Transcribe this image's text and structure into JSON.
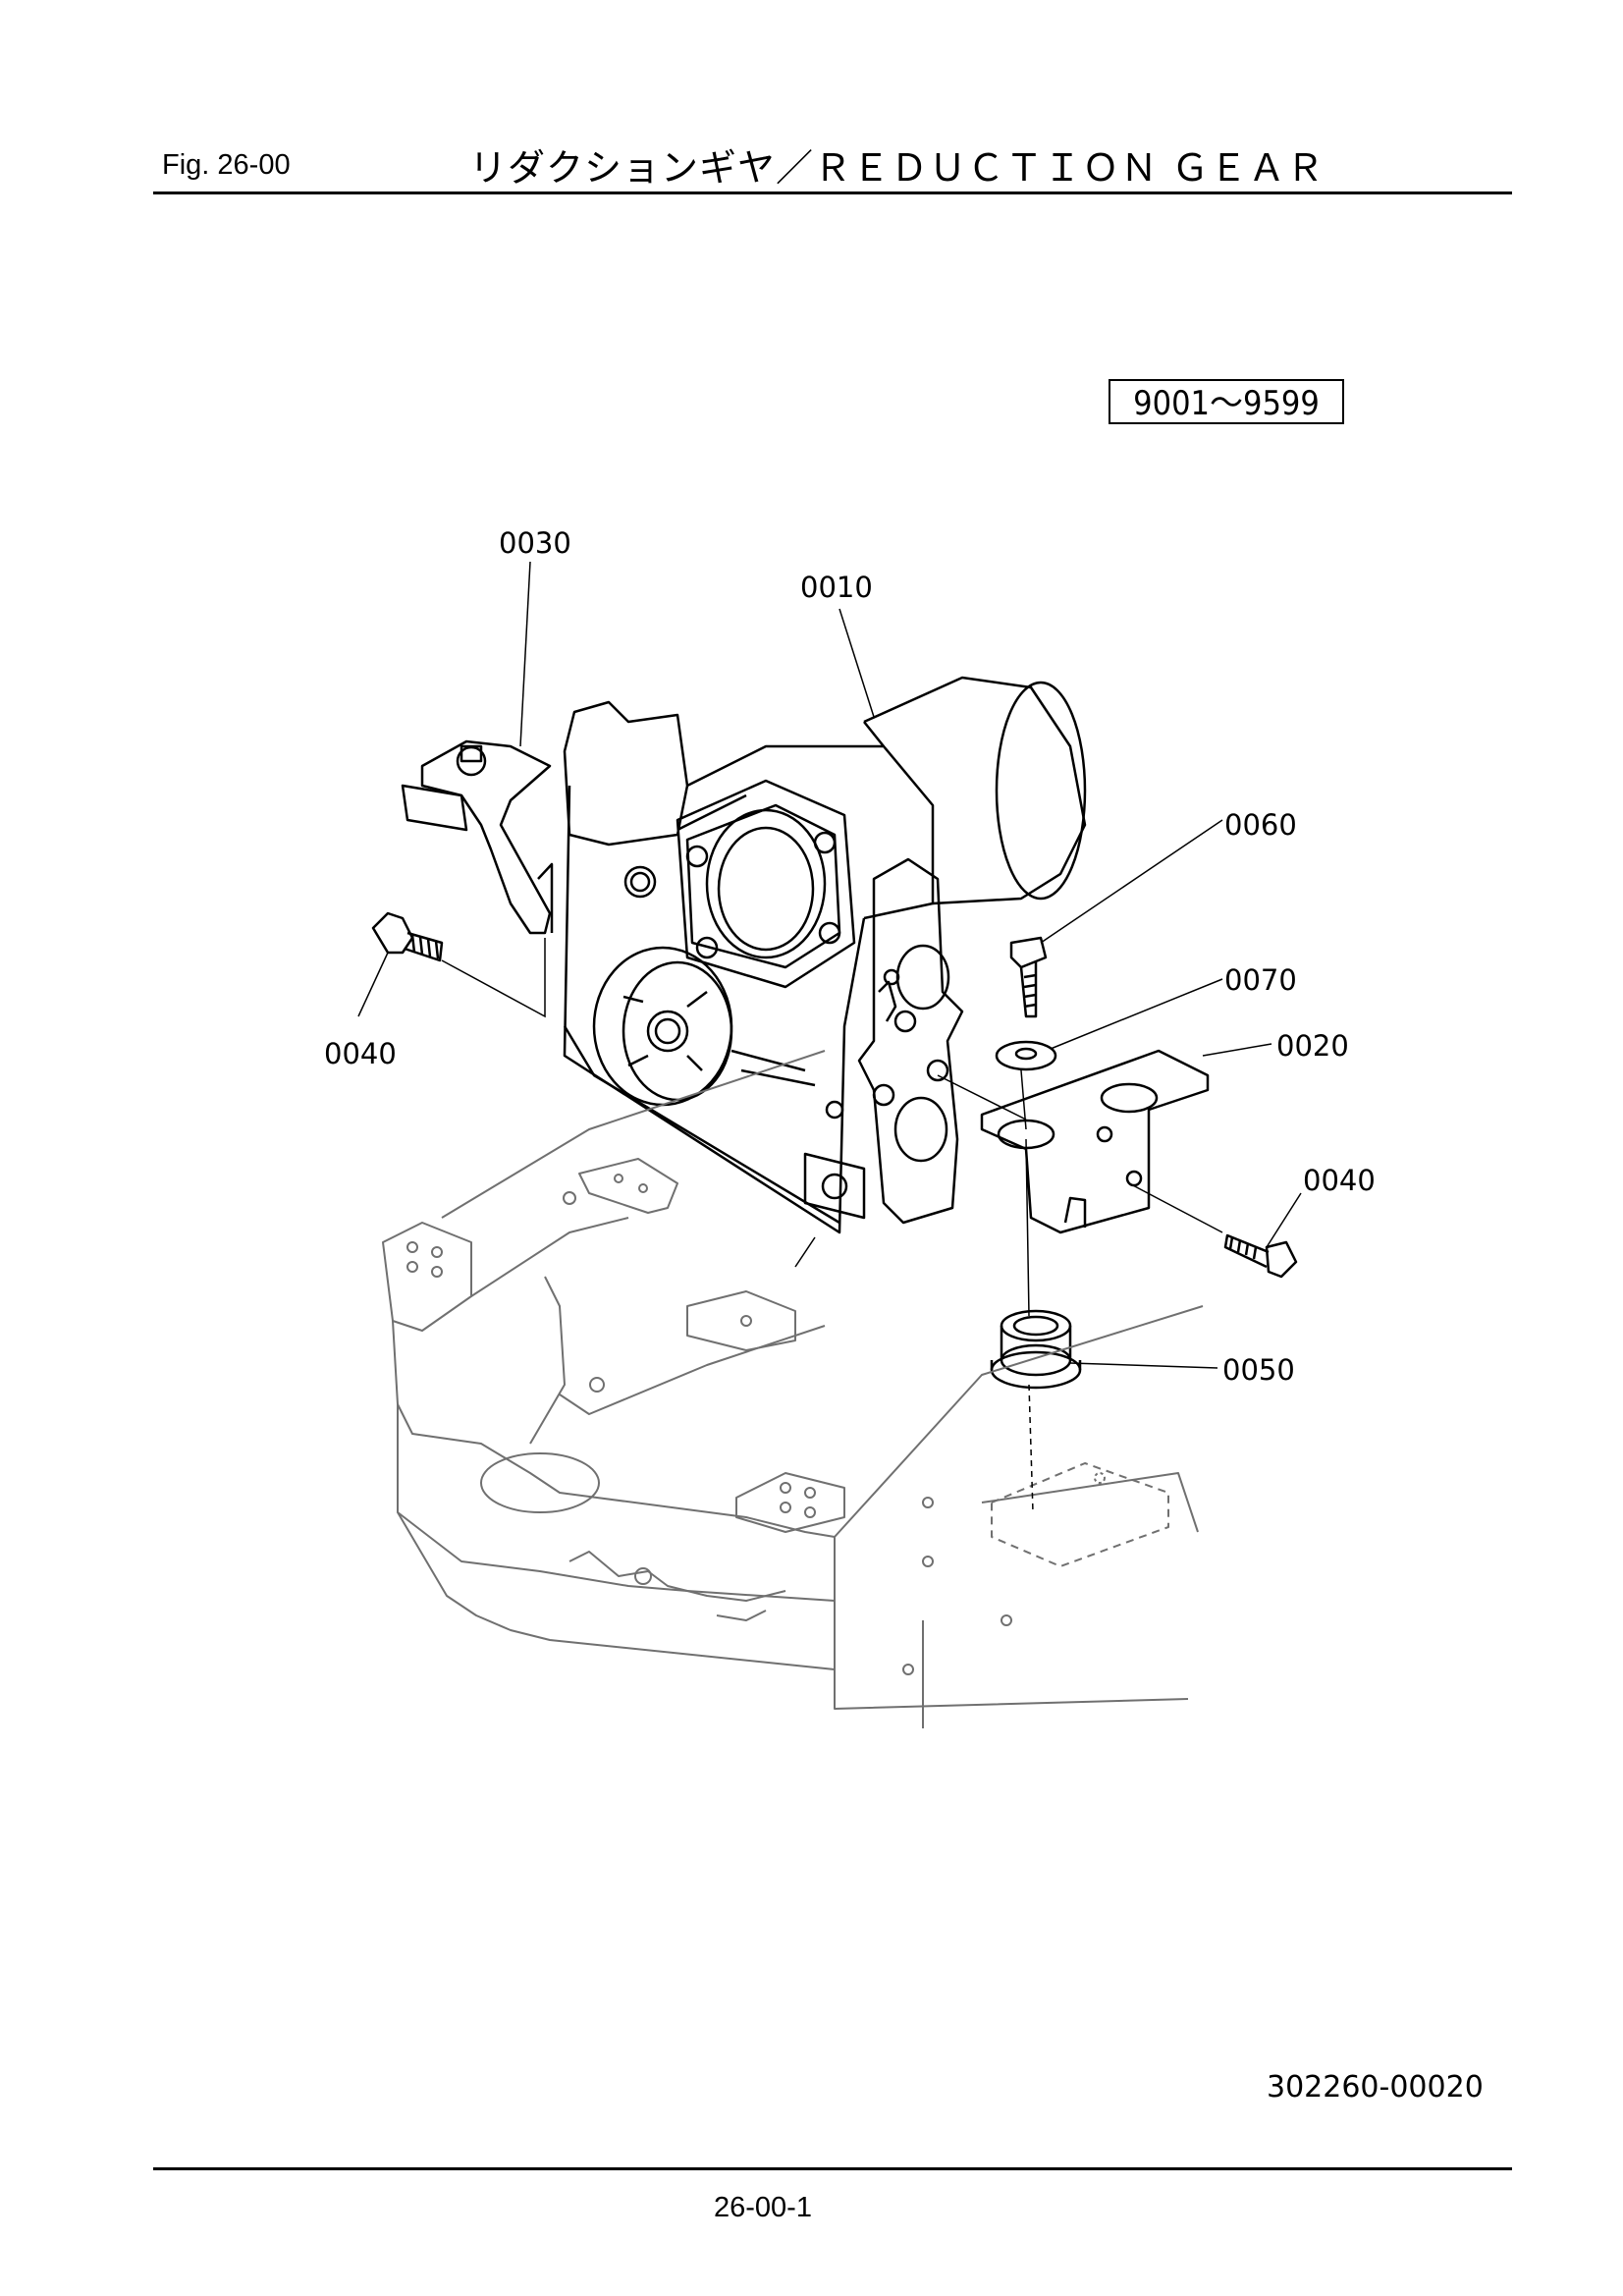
{
  "header": {
    "fig_label": "Fig.  26-00",
    "title": "リダクションギヤ／ＲＥＤＵＣＴＩＯＮ ＧＥＡＲ"
  },
  "serial_range": "9001～9599",
  "callouts": [
    {
      "id": "0030"
    },
    {
      "id": "0010"
    },
    {
      "id": "0060"
    },
    {
      "id": "0070"
    },
    {
      "id": "0020"
    },
    {
      "id": "0040"
    },
    {
      "id": "0040"
    },
    {
      "id": "0050"
    }
  ],
  "drawing_number": "302260-00020",
  "page_number": "26-00-1"
}
